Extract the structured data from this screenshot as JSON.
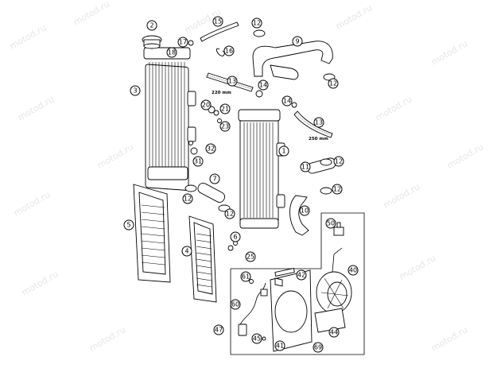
{
  "watermark": "motod.ru",
  "dimensions": {
    "hose_left": "220 mm",
    "hose_right": "250 mm"
  },
  "callouts": {
    "c1": "1",
    "c2": "2",
    "c3": "3",
    "c4": "4",
    "c5": "5",
    "c6": "6",
    "c7": "7",
    "c9": "9",
    "c10": "10",
    "c11": "11",
    "c12a": "12",
    "c12b": "12",
    "c12c": "12",
    "c12d": "12",
    "c12e": "12",
    "c12f": "12",
    "c13a": "13",
    "c13b": "13",
    "c14a": "14",
    "c14b": "14",
    "c15": "15",
    "c16": "16",
    "c17": "17",
    "c18": "18",
    "c20": "20",
    "c21": "21",
    "c23": "23",
    "c25": "25",
    "c31": "31",
    "c32": "32",
    "c40": "40",
    "c41": "41",
    "c42": "42",
    "c44": "44",
    "c45": "45",
    "c47": "47",
    "c50": "50",
    "c60": "60",
    "c61": "61",
    "c69": "69"
  }
}
